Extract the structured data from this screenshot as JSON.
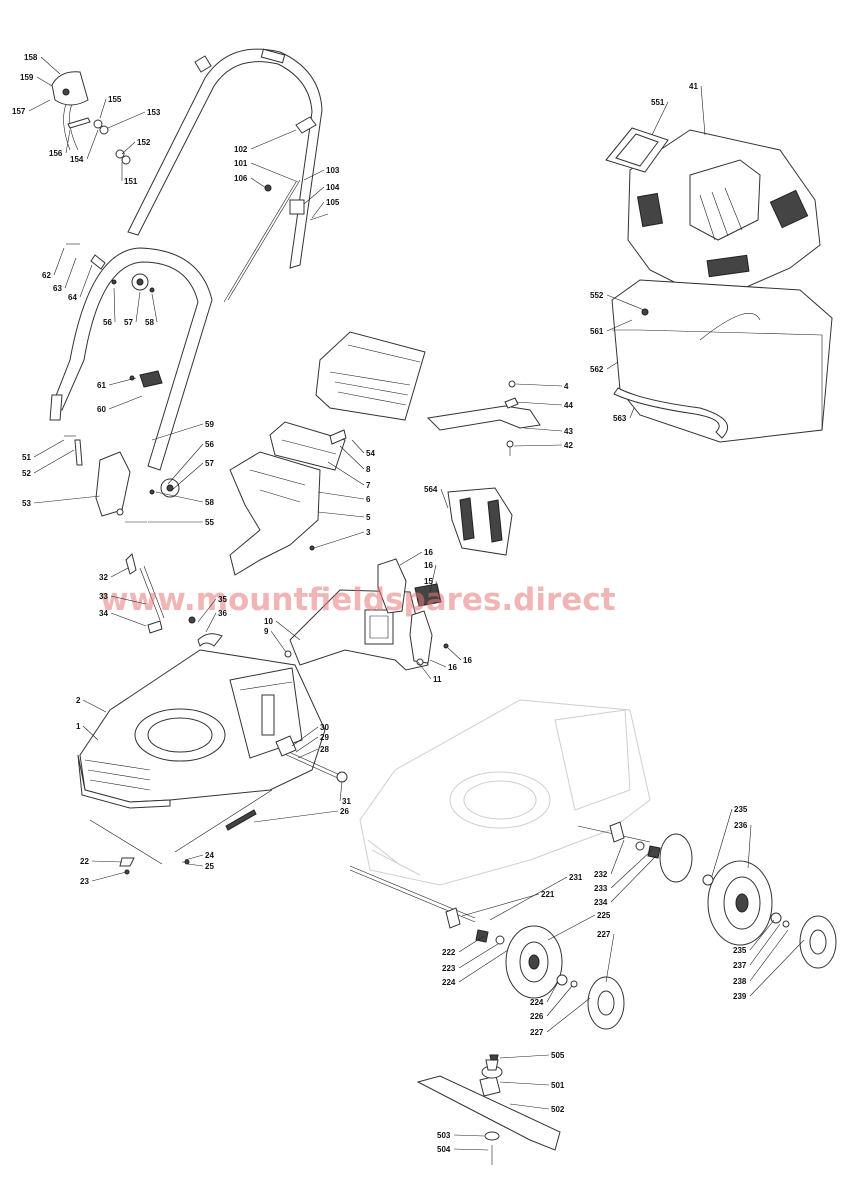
{
  "watermark": "www.mountfieldspares.direct",
  "part_labels": [
    "158",
    "159",
    "157",
    "156",
    "154",
    "155",
    "153",
    "152",
    "151",
    "102",
    "101",
    "106",
    "103",
    "104",
    "105",
    "62",
    "63",
    "64",
    "56",
    "57",
    "58",
    "61",
    "60",
    "51",
    "52",
    "53",
    "59",
    "56",
    "57",
    "58",
    "55",
    "54",
    "8",
    "7",
    "6",
    "5",
    "3",
    "4",
    "44",
    "43",
    "42",
    "41",
    "551",
    "552",
    "561",
    "562",
    "563",
    "564",
    "16",
    "16",
    "15",
    "16",
    "16",
    "11",
    "10",
    "9",
    "32",
    "33",
    "34",
    "35",
    "36",
    "2",
    "1",
    "30",
    "29",
    "28",
    "31",
    "26",
    "22",
    "23",
    "24",
    "25",
    "231",
    "232",
    "233",
    "234",
    "221",
    "222",
    "223",
    "224",
    "225",
    "227",
    "224",
    "226",
    "227",
    "235",
    "236",
    "235",
    "237",
    "238",
    "239",
    "505",
    "501",
    "502",
    "503",
    "504"
  ],
  "colors": {
    "watermark": "#e67878",
    "line": "#333333",
    "ghost": "#cfcfcf"
  }
}
